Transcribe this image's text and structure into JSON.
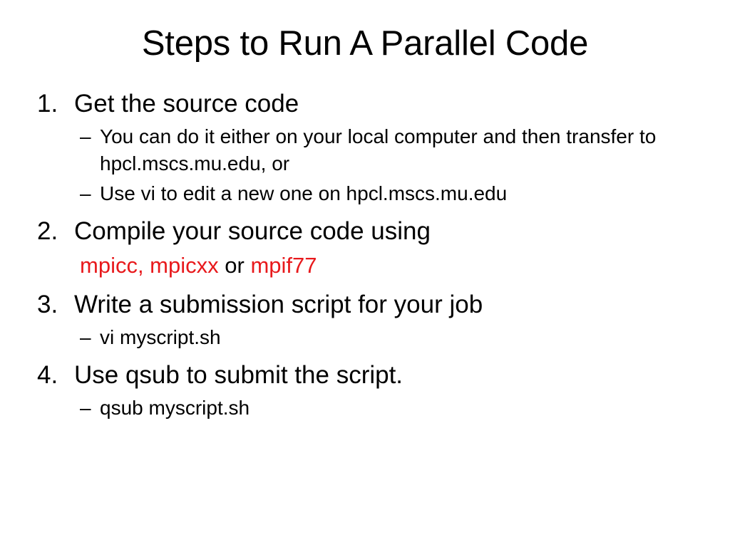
{
  "slide": {
    "title": "Steps to Run A Parallel Code",
    "background_color": "#ffffff",
    "text_color": "#000000",
    "accent_color": "#e8191c",
    "bullet_dash": "–",
    "items": [
      {
        "number": "1.",
        "text": "Get the source code",
        "subs": [
          "You can do it either on your local computer and then transfer to hpcl.mscs.mu.edu, or",
          "Use vi to edit a new one on hpcl.mscs.mu.edu"
        ]
      },
      {
        "number": "2.",
        "text": "Compile your source code using",
        "code_line": {
          "part1": "mpicc, mpicxx",
          "part2": " or ",
          "part3": "mpif77"
        },
        "subs": []
      },
      {
        "number": "3.",
        "text": "Write a submission script for your job",
        "subs": [
          "vi myscript.sh"
        ]
      },
      {
        "number": "4.",
        "text": "Use qsub to submit the script.",
        "subs": [
          "qsub  myscript.sh"
        ]
      }
    ]
  }
}
